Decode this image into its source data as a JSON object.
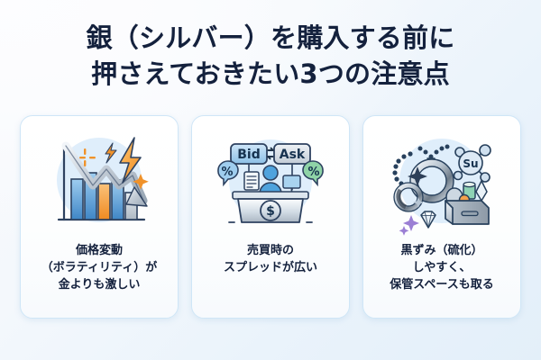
{
  "theme": {
    "background_from": "#f8f9fc",
    "background_to": "#e3eff9",
    "text_color": "#14213d",
    "card_background": "#ffffff",
    "card_border": "#cfe6f7",
    "accent_blue": "#3f86c6",
    "accent_orange": "#f0922a",
    "accent_green": "#6fc08a",
    "silver": "#b9c3cc"
  },
  "title": {
    "line1": "銀（シルバー）を購入する前に",
    "line2": "押さえておきたい3つの注意点"
  },
  "cards": [
    {
      "icon": "declining-bar-chart-with-lightning-icon",
      "caption": {
        "line1": "価格変動",
        "line2": "（ボラティリティ）が",
        "line3": "金よりも激しい"
      }
    },
    {
      "icon": "bid-ask-trading-counter-icon",
      "labels": {
        "bid": "Bid",
        "ask": "Ask",
        "percent_left": "%",
        "percent_right": "%",
        "currency": "$"
      },
      "caption": {
        "line1": "売買時の",
        "line2": "スプレッドが広い"
      }
    },
    {
      "icon": "tarnished-silver-jewelry-storage-icon",
      "labels": {
        "molecule": "Su"
      },
      "caption": {
        "line1": "黒ずみ（硫化）",
        "line2": "しやすく、",
        "line3": "保管スペースも取る"
      }
    }
  ]
}
